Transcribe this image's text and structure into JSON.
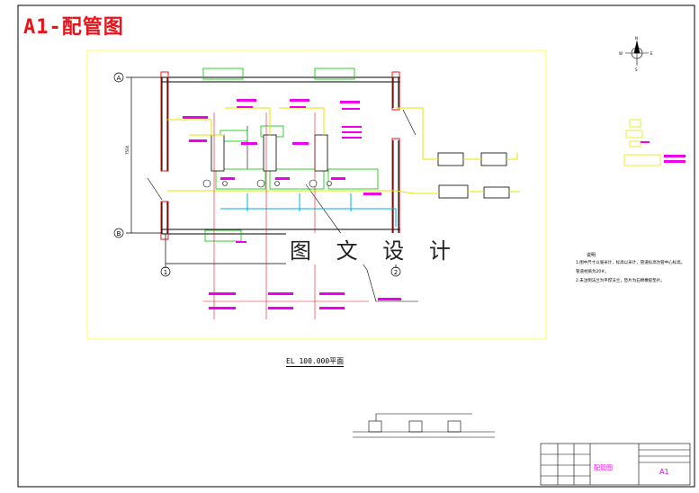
{
  "drawing": {
    "title": "A1-配管图",
    "watermark": "图 文 设 计",
    "plan_caption": "EL 100.000平面",
    "axis_labels": {
      "row_a": "A",
      "row_b": "B",
      "col_1": "1",
      "col_2": "2"
    },
    "dimension_left": "7500",
    "north": {
      "n": "N",
      "e": "E",
      "s": "S",
      "w": "W"
    },
    "notes": {
      "title": "说明",
      "lines": [
        "1.图中尺寸以毫米计，标高以米计，管道标高为管中心标高。",
        "   管道材质为20#。",
        "2.未注明法兰为平焊法兰，垫片为石棉橡胶垫片。"
      ]
    },
    "title_block": {
      "name": "配管图",
      "code": "A1"
    }
  },
  "colors": {
    "frame": "#000000",
    "title": "#e8141c",
    "column": "#e8141c",
    "pipe_main": "#ffff00",
    "pipe_green": "#00c800",
    "label": "#ee00ee",
    "border_yellow": "#ffff55",
    "cyan": "#00b0e0"
  }
}
